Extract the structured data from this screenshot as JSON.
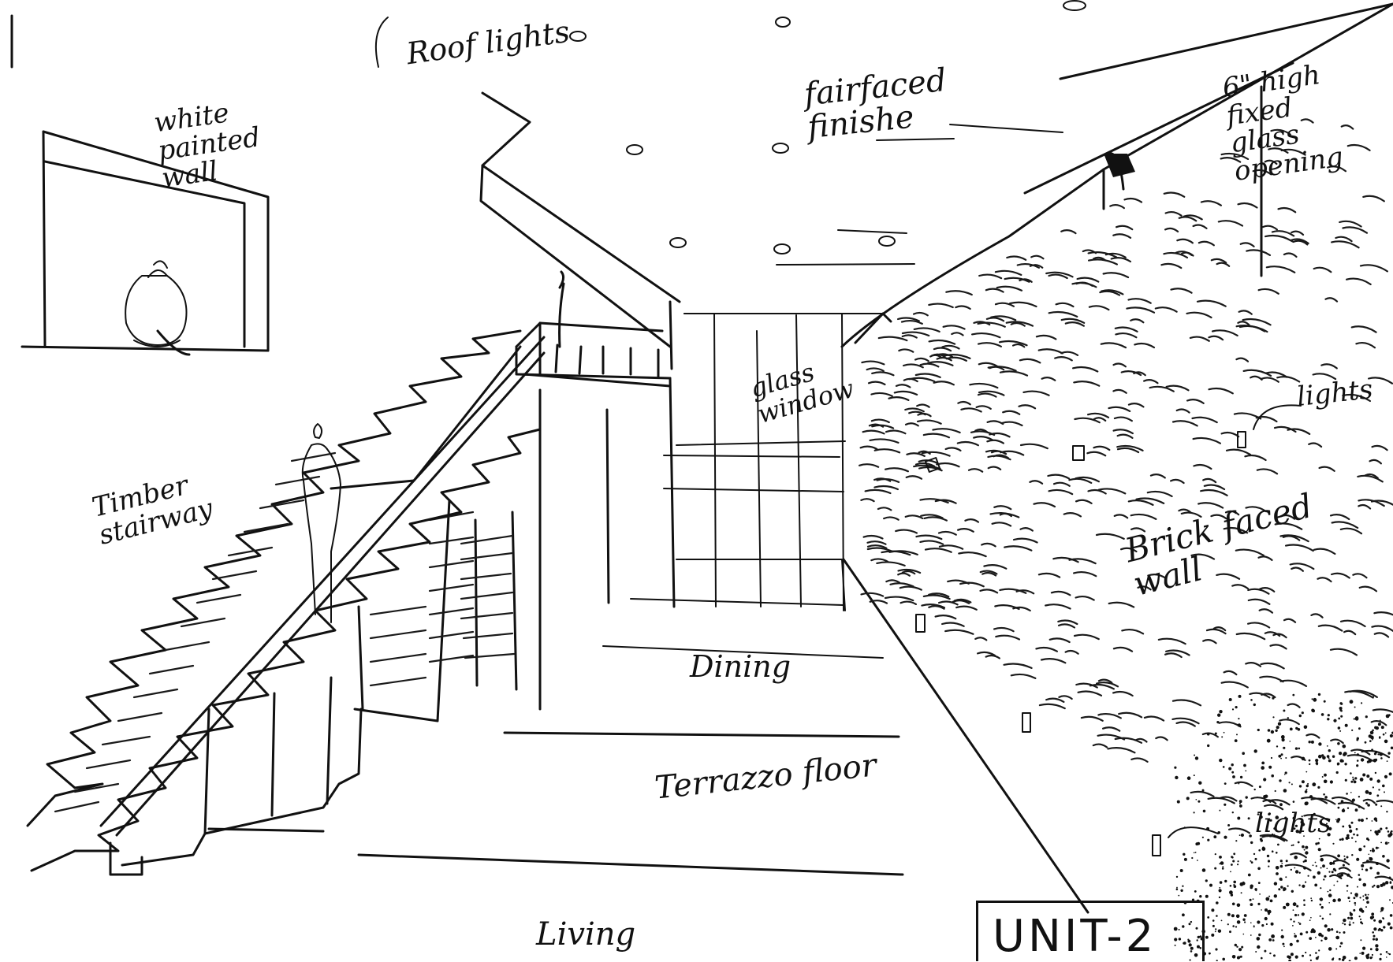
{
  "annotations": {
    "roof_lights": "Roof lights",
    "fairfaced_finish": "fairfaced\nfinishe",
    "white_painted_wall": "white\npainted\nwall",
    "fixed_glass_opening": "6\" high\nfixed\nglass\nopening",
    "glass_window": "glass\nwindow",
    "timber_stairway": "Timber\nstairway",
    "lights_upper": "lights",
    "brick_faced_wall": "Brick faced\nwall",
    "dining": "Dining",
    "terrazzo_floor": "Terrazzo floor",
    "lights_lower": "lights",
    "living": "Living",
    "unit_label": "UNIT-2"
  }
}
